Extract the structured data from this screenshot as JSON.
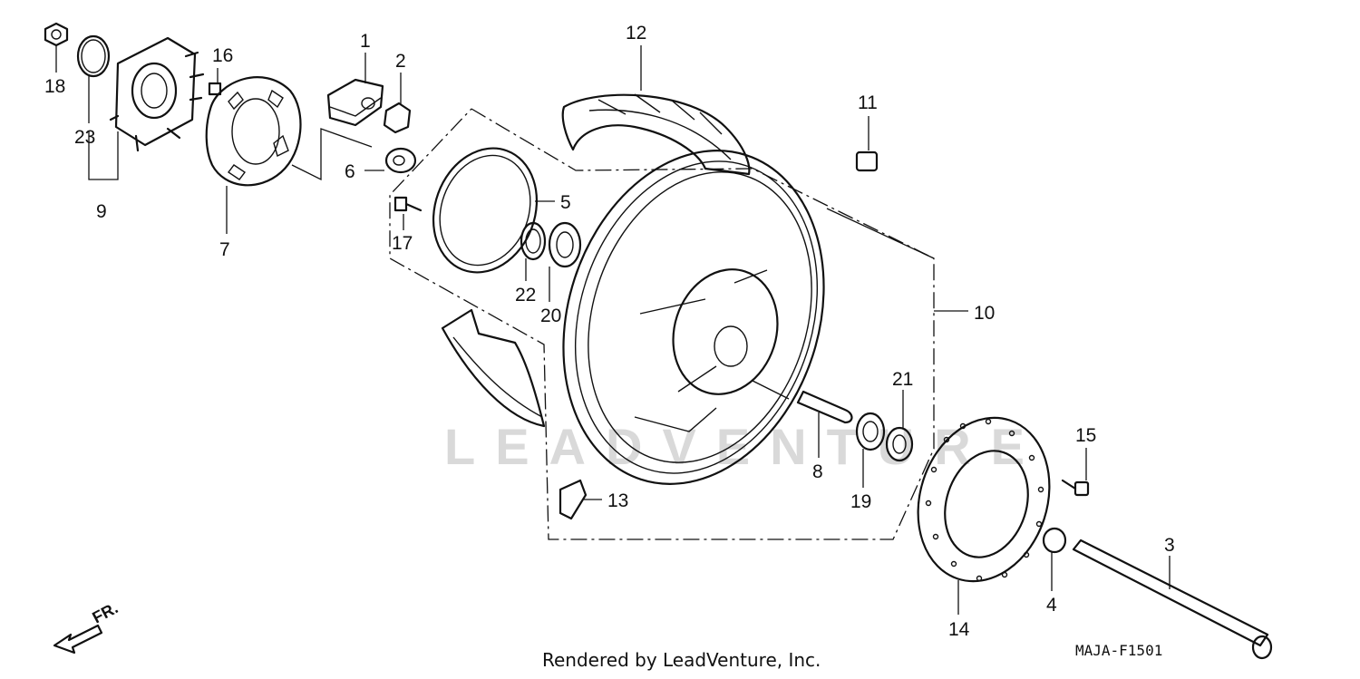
{
  "watermark": "LEADVENTURE",
  "footer_text": "Rendered by LeadVenture, Inc.",
  "diagram_code": "MAJA-F1501",
  "direction_label": "FR.",
  "callouts": {
    "c1": "1",
    "c2": "2",
    "c3": "3",
    "c4": "4",
    "c5": "5",
    "c6": "6",
    "c7": "7",
    "c8": "8",
    "c9": "9",
    "c10": "10",
    "c11": "11",
    "c12": "12",
    "c13": "13",
    "c14": "14",
    "c15": "15",
    "c16": "16",
    "c17": "17",
    "c18": "18",
    "c19": "19",
    "c20": "20",
    "c21": "21",
    "c22": "22",
    "c23": "23"
  }
}
